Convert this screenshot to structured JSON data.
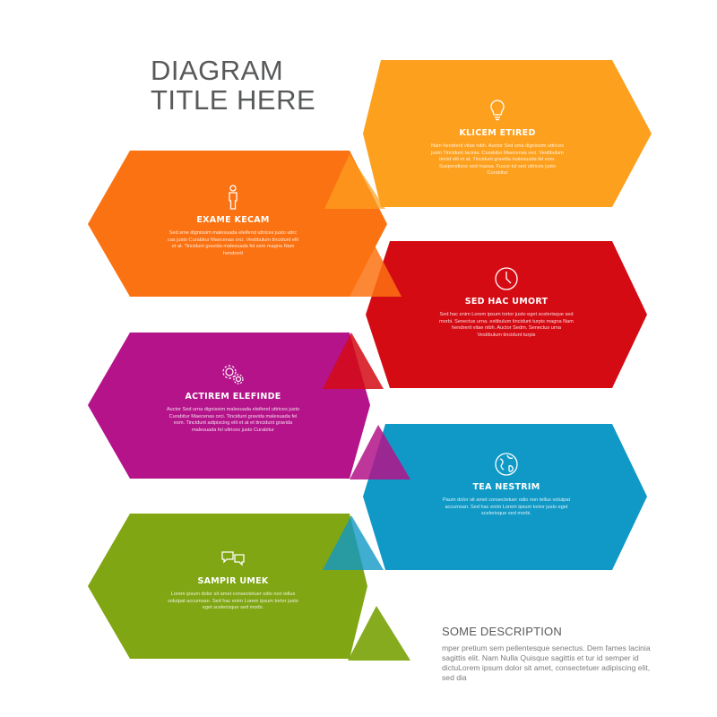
{
  "title": {
    "line1": "DIAGRAM",
    "line2": "TITLE HERE"
  },
  "colors": {
    "orange_top": "#fda01e",
    "orange": "#fb7212",
    "red": "#d50b14",
    "purple": "#b4138a",
    "blue": "#1099c6",
    "green": "#80a613",
    "text_gray": "#58595b"
  },
  "items": [
    {
      "key": "orange_top",
      "icon": "lightbulb-icon",
      "heading": "KLICEM ETIRED",
      "body": "Nam hendrerit vitae nibh. Auctor Sed sma dignissim uttrices justo Tincidunt lacinia. Curabitur Maecenas orci. Vestibulum tincid elit et at. Tincidunt gravida malesuada fel esm. Suspendisse sed massa. Fusce tul sed uttrices justo Curabitur"
    },
    {
      "key": "orange",
      "icon": "person-icon",
      "heading": "EXAME KECAM",
      "body": "Sed sme dignissim malesuada eleifend uttrices justo uttrc cas justo Curabitur Maecenas orci. Vestibulum tincidunt elit et at. Tincidunt gravida malesuada fel sem magna Nam hendrerit"
    },
    {
      "key": "red",
      "icon": "clock-icon",
      "heading": "SED HAC UMORT",
      "body": "Sed hac enim Lorem ipsum tortor justo eget scelerisque sed morbi. Senectus urna. estibulum tincidunt turpis magna Nam hendrerit vitae nibh. Auctor Sedm. Senectus urna Vestibulum tincidunt turpis"
    },
    {
      "key": "purple",
      "icon": "gears-icon",
      "heading": "ACTIREM ELEFINDE",
      "body": "Auctor Sed urna dignissim malesuada eleifend uttrices justo Curabitur Maecenas orci. Tincidunt gravida malesuada fel esm. Tincidunt adipiscing elit et at et tincidunt gravida malesuada fel ultrices justo Curabitur"
    },
    {
      "key": "blue",
      "icon": "globe-icon",
      "heading": "TEA NESTRIM",
      "body": "Paum dolor sit amet consectetuer odio non tellus volutpat accumsan. Sed hac enim Lorem ipsum tortor justo eget scelerisque sed morbi."
    },
    {
      "key": "green",
      "icon": "chat-bubbles-icon",
      "heading": "SAMPIR UMEK",
      "body": "Lorem ipsum dolor sit amet consectetuer odio non tellus volutpat accumsan. Sed hac enim Lorem ipsum tortor justo eget scelerisque sed morbi."
    }
  ],
  "description": {
    "title": "SOME DESCRIPTION",
    "body": "mper pretium sem pellentesque senectus. Dem fames lacinia sagittis elit. Nam Nulla Quisque sagittis et tur id semper id dictuLorem ipsum dolor sit amet, consectetuer adipiscing elit, sed dia"
  }
}
